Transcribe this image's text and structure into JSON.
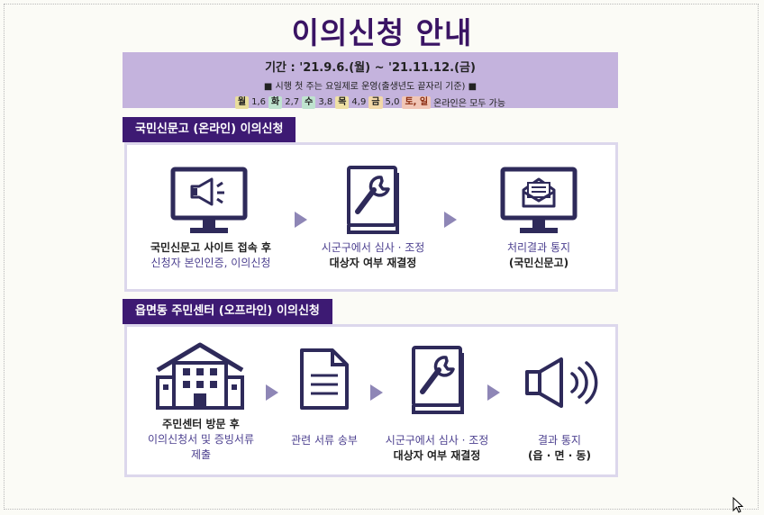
{
  "title": "이의신청 안내",
  "period": {
    "line1": "기간 : '21.9.6.(월) ~ '21.11.12.(금)",
    "line2": "■ 시행 첫 주는 요일제로 운영(출생년도 끝자리 기준) ■",
    "days": [
      {
        "day": "월",
        "nums": "1,6",
        "color": "#e8dd9c"
      },
      {
        "day": "화",
        "nums": "2,7",
        "color": "#bfe3cf"
      },
      {
        "day": "수",
        "nums": "3,8",
        "color": "#bfe3cf"
      },
      {
        "day": "목",
        "nums": "4,9",
        "color": "#efe1a5"
      },
      {
        "day": "금",
        "nums": "5,0",
        "color": "#f3d8a8"
      },
      {
        "day": "토, 일",
        "nums": "온라인은 모두 가능",
        "color": "#f1c6b6"
      }
    ]
  },
  "online": {
    "label": "국민신문고 (온라인) 이의신청",
    "steps": [
      {
        "icon": "monitor-megaphone-icon",
        "line1": "국민신문고 사이트 접속 후",
        "line2": "신청자 본인인증, 이의신청"
      },
      {
        "icon": "book-wrench-icon",
        "line1": "시군구에서 심사 · 조정",
        "line2": "대상자 여부 재결정"
      },
      {
        "icon": "monitor-mail-icon",
        "line1": "처리결과 통지",
        "line2": "(국민신문고)"
      }
    ]
  },
  "offline": {
    "label": "읍면동 주민센터 (오프라인) 이의신청",
    "steps": [
      {
        "icon": "building-icon",
        "line1": "주민센터 방문 후",
        "line2": "이의신청서 및 증빙서류",
        "line3": "제출"
      },
      {
        "icon": "document-icon",
        "line1": "관련 서류 송부"
      },
      {
        "icon": "book-wrench-icon",
        "line1": "시군구에서 심사 · 조정",
        "line2": "대상자 여부 재결정"
      },
      {
        "icon": "speaker-icon",
        "line1": "결과 통지",
        "line2": "(읍 · 면 · 동)"
      }
    ]
  },
  "colors": {
    "title": "#3a1464",
    "label_bg": "#3d1a73",
    "band": "#c4b3dd",
    "icon": "#2e2a5a",
    "accent_text": "#4b3f8f"
  }
}
